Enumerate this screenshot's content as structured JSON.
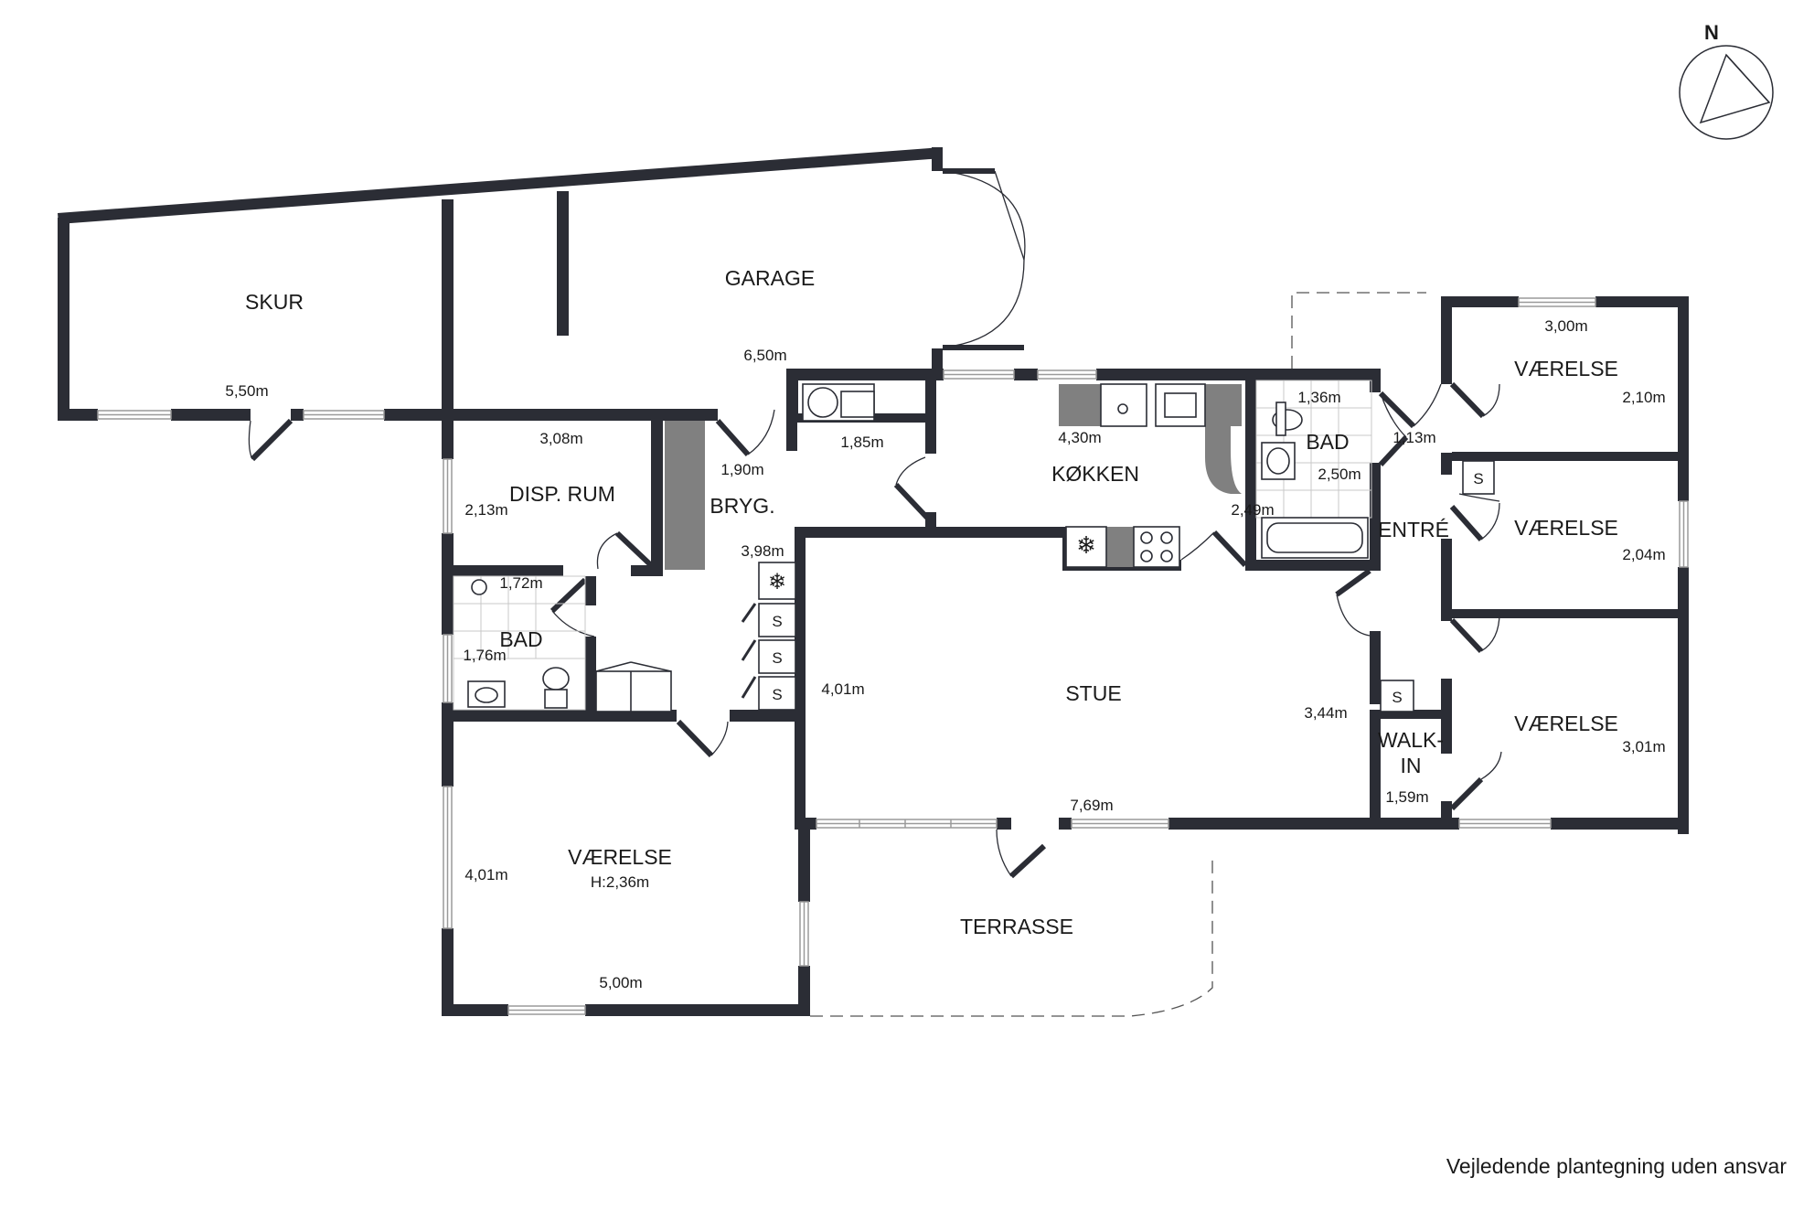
{
  "rooms": {
    "skur": "SKUR",
    "garage": "GARAGE",
    "disp_rum": "DISP. RUM",
    "bryg": "BRYG.",
    "bad_small": "BAD",
    "koekken": "KØKKEN",
    "bad_right": "BAD",
    "entre": "ENTRÉ",
    "vaerelse_top": "VÆRELSE",
    "vaerelse_mid": "VÆRELSE",
    "vaerelse_bottom_right": "VÆRELSE",
    "walkin_1": "WALK-",
    "walkin_2": "IN",
    "stue": "STUE",
    "vaerelse_left": "VÆRELSE",
    "vaerelse_left_height": "H:2,36m",
    "terrasse": "TERRASSE"
  },
  "dimensions": {
    "skur": "5,50m",
    "garage": "6,50m",
    "disp_rum_w": "3,08m",
    "disp_rum_h": "2,13m",
    "bryg_w": "1,90m",
    "bryg_h": "3,98m",
    "bryg_laundry": "1,85m",
    "bad_small_w": "1,72m",
    "bad_small_h": "1,76m",
    "koekken_w": "4,30m",
    "koekken_h": "2,49m",
    "bad_right_w": "1,36m",
    "bad_right_h": "2,50m",
    "entre_w": "1,13m",
    "vaerelse_top_w": "3,00m",
    "vaerelse_top_h": "2,10m",
    "vaerelse_mid_h": "2,04m",
    "vaerelse_bottom_right_h": "3,01m",
    "walkin": "1,59m",
    "stue_h_left": "4,01m",
    "stue_h_right": "3,44m",
    "stue_w": "7,69m",
    "vaerelse_left_h": "4,01m",
    "vaerelse_left_w": "5,00m"
  },
  "cabinet_label": "S",
  "compass": "N",
  "disclaimer": "Vejledende plantegning uden ansvar",
  "colors": {
    "wall": "#2b2d35",
    "counter": "#808080",
    "background": "#ffffff"
  }
}
